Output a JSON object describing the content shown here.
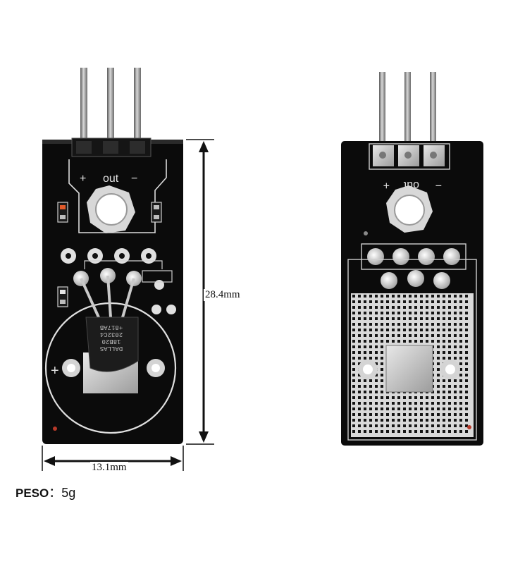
{
  "front_board": {
    "silk_label": "out",
    "plus_mark": "+",
    "minus_mark": "−"
  },
  "back_board": {
    "silk_label": "out",
    "plus_mark": "+",
    "minus_mark": "−"
  },
  "chip": {
    "marking_lines": [
      "DALLAS",
      "18B20",
      "2032C4",
      "+817AB"
    ]
  },
  "dimensions": {
    "height": "28.4mm",
    "width": "13.1mm"
  },
  "weight": {
    "key": "PESO",
    "separator": "：",
    "value": "5g"
  }
}
